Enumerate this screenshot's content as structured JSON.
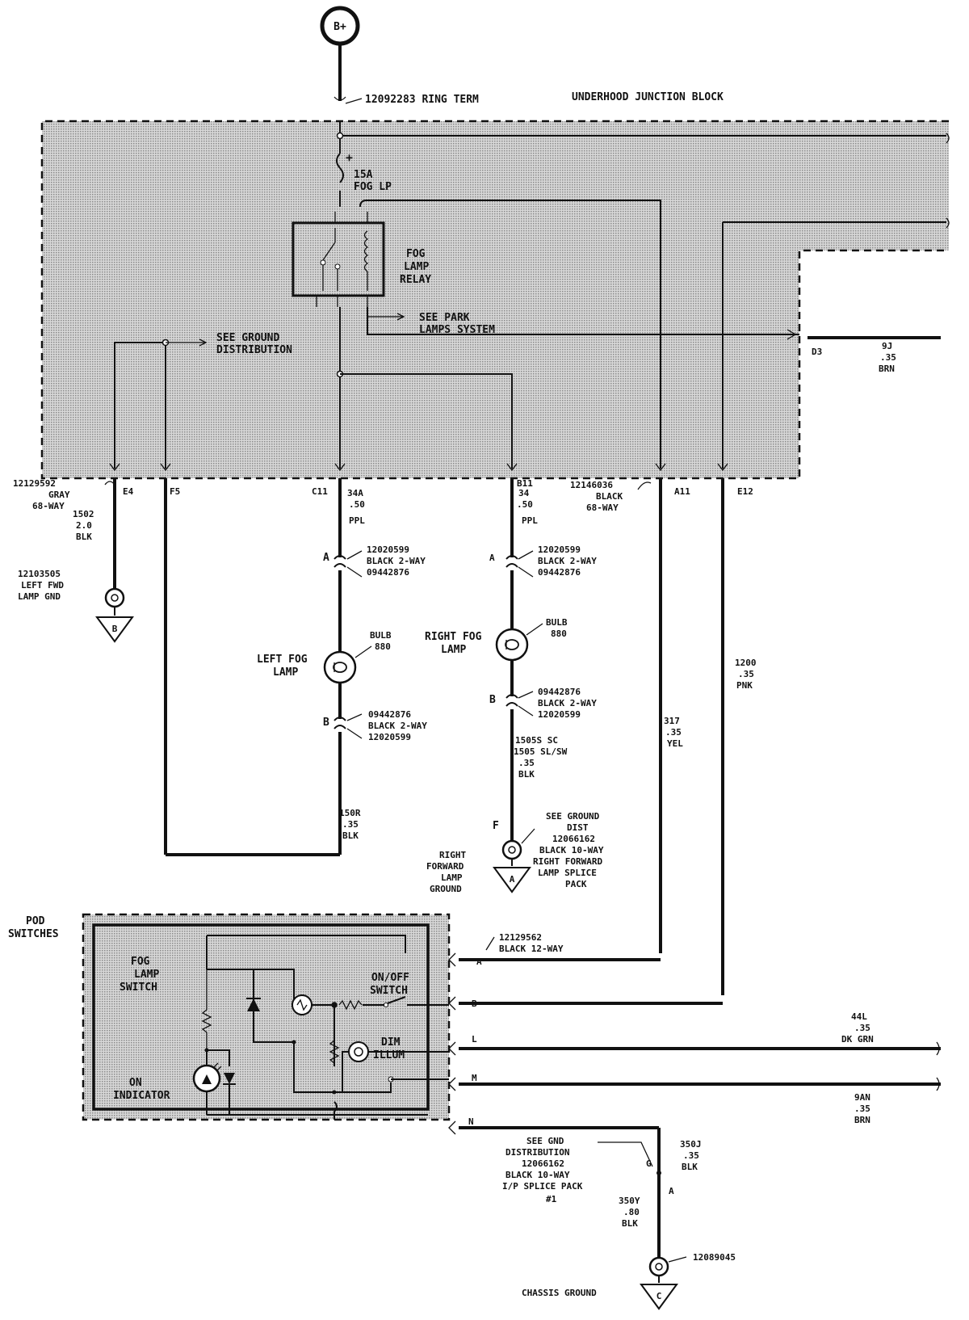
{
  "battery": {
    "label": "B+"
  },
  "junction_block": {
    "title": "UNDERHOOD JUNCTION BLOCK",
    "ring_term": "12092283  RING TERM",
    "fuse_plus": "+",
    "fuse_rating": "15A",
    "fuse_name": "FOG LP",
    "relay_label": [
      "FOG",
      "LAMP",
      "RELAY"
    ],
    "see_park": [
      "SEE PARK",
      "LAMPS SYSTEM"
    ],
    "see_ground": [
      "SEE GROUND",
      "DISTRIBUTION"
    ],
    "d3_label": "D3",
    "d3_wire": [
      "9J",
      ".35",
      "BRN"
    ]
  },
  "connectors": {
    "left_conn": [
      "12129592",
      "GRAY",
      "68-WAY"
    ],
    "right_conn": [
      "12146036",
      "BLACK",
      "68-WAY"
    ],
    "pins": {
      "e4": "E4",
      "f5": "F5",
      "c11": "C11",
      "b11": "B11",
      "a11": "A11",
      "e12": "E12"
    }
  },
  "left_ground": {
    "wire": [
      "1502",
      "2.0",
      "BLK"
    ],
    "label": [
      "12103505",
      "LEFT FWD",
      "LAMP GND"
    ],
    "symbol": "B"
  },
  "left_fog": {
    "wire_top": [
      "34A",
      ".50",
      "PPL"
    ],
    "conn_a_pin": "A",
    "conn_a_info": [
      "12020599",
      "BLACK 2-WAY",
      "09442876"
    ],
    "lamp_label": [
      "LEFT FOG",
      "LAMP"
    ],
    "bulb": [
      "BULB",
      "880"
    ],
    "conn_b_pin": "B",
    "conn_b_info": [
      "09442876",
      "BLACK 2-WAY",
      "12020599"
    ],
    "wire_bottom": [
      "150R",
      ".35",
      "BLK"
    ]
  },
  "right_fog": {
    "wire_top": [
      "34",
      ".50",
      "PPL"
    ],
    "conn_a_pin": "A",
    "conn_a_info": [
      "12020599",
      "BLACK 2-WAY",
      "09442876"
    ],
    "lamp_label": [
      "RIGHT FOG",
      "LAMP"
    ],
    "bulb": [
      "BULB",
      "880"
    ],
    "conn_b_pin": "B",
    "conn_b_info": [
      "09442876",
      "BLACK 2-WAY",
      "12020599"
    ],
    "wire_bottom": [
      "1505S SC",
      "1505 SL/SW",
      ".35",
      "BLK"
    ],
    "ground_pin": "F",
    "ground_label": [
      "RIGHT",
      "FORWARD",
      "LAMP",
      "GROUND"
    ],
    "ground_symbol": "A",
    "ground_dist": [
      "SEE GROUND",
      "DIST",
      "12066162",
      "BLACK 10-WAY",
      "RIGHT FORWARD",
      "LAMP SPLICE",
      "PACK"
    ]
  },
  "wires_right": {
    "w317": [
      "317",
      ".35",
      "YEL"
    ],
    "w1200": [
      "1200",
      ".35",
      "PNK"
    ]
  },
  "pod_switches": {
    "title": [
      "POD",
      "SWITCHES"
    ],
    "switch_label": [
      "FOG",
      "LAMP",
      "SWITCH"
    ],
    "indicator": [
      "ON",
      "INDICATOR"
    ],
    "onoff": [
      "ON/OFF",
      "SWITCH"
    ],
    "dim": [
      "DIM",
      "ILLUM"
    ],
    "conn_info": [
      "12129562",
      "BLACK 12-WAY"
    ],
    "pins": {
      "a": "A",
      "b": "B",
      "l": "L",
      "m": "M",
      "n": "N"
    },
    "wire_l": [
      "44L",
      ".35",
      "DK GRN"
    ],
    "wire_m": [
      "9AN",
      ".35",
      "BRN"
    ]
  },
  "chassis": {
    "splice_info": [
      "SEE GND",
      "DISTRIBUTION",
      "12066162",
      "BLACK 10-WAY",
      "I/P SPLICE PACK",
      "#1"
    ],
    "pin_g": "G",
    "pin_a": "A",
    "wire_350j": [
      "350J",
      ".35",
      "BLK"
    ],
    "wire_350y": [
      "350Y",
      ".80",
      "BLK"
    ],
    "part": "12089045",
    "label": "CHASSIS GROUND",
    "symbol": "C"
  }
}
